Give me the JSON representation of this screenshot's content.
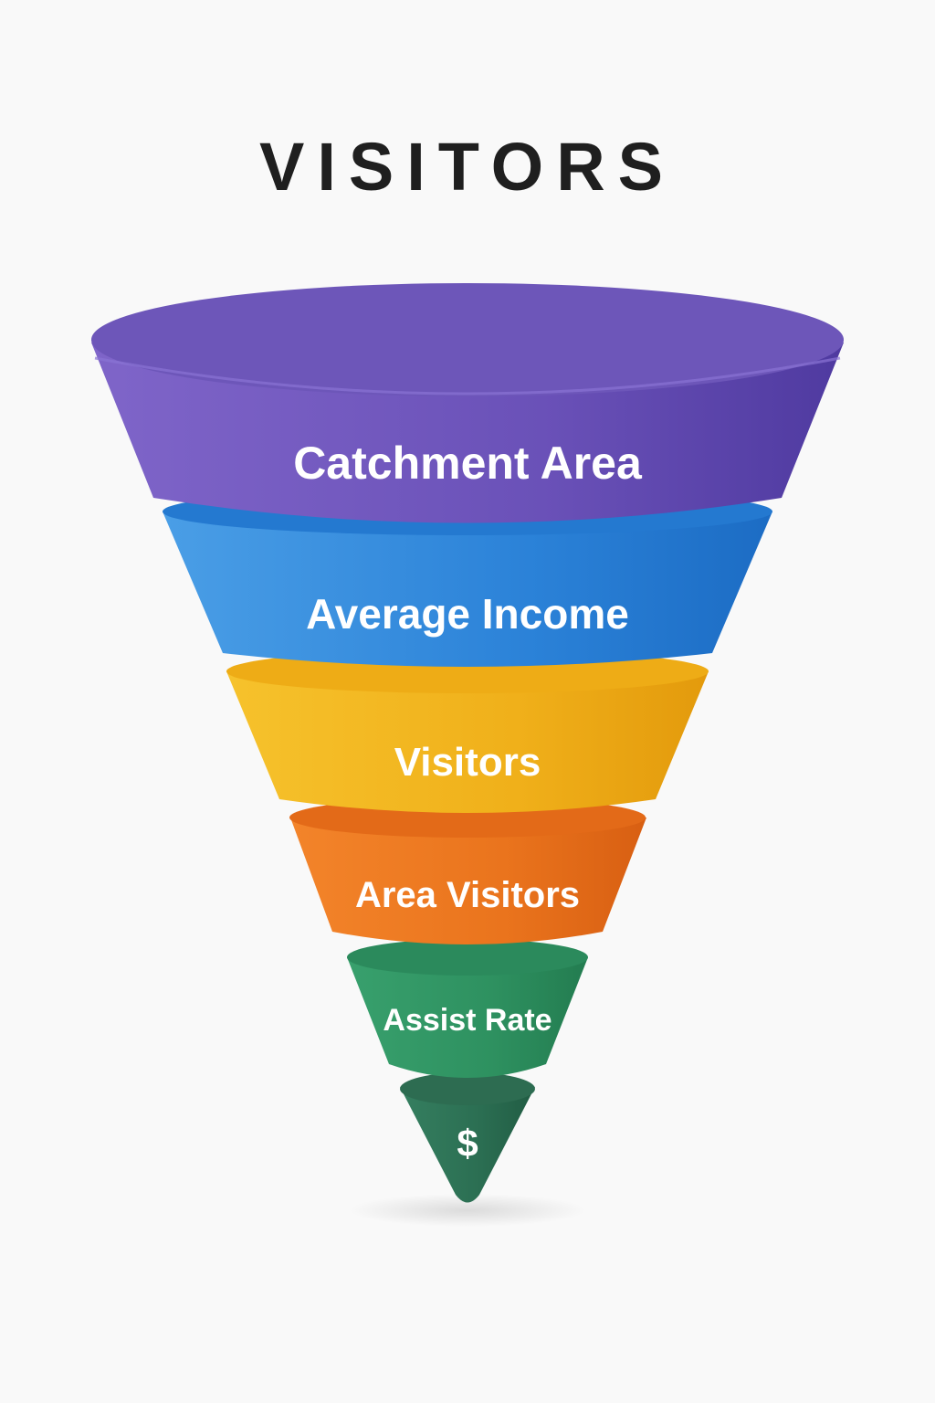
{
  "title": "VISITORS",
  "funnel": {
    "stages": [
      {
        "label": "Catchment Area",
        "color": "#6f55bd"
      },
      {
        "label": "Average Income",
        "color": "#2f86dc"
      },
      {
        "label": "Visitors",
        "color": "#f0b21c"
      },
      {
        "label": "Area Visitors",
        "color": "#ec7420"
      },
      {
        "label": "Assist Rate",
        "color": "#2e9462"
      },
      {
        "label": "$",
        "color": "#2b6f53"
      }
    ]
  }
}
